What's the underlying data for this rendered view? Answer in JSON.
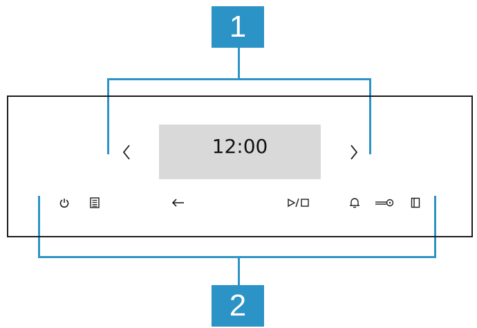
{
  "callouts": {
    "top": "1",
    "bottom": "2"
  },
  "display": {
    "time": "12:00"
  },
  "colors": {
    "callout": "#2b93c6",
    "panel_border": "#1a1a1a",
    "display_bg": "#d9d9d9",
    "icon": "#1a1a1a"
  },
  "controls": {
    "left_arrow": "chevron-left-icon",
    "right_arrow": "chevron-right-icon",
    "power": "power-icon",
    "menu": "menu-list-icon",
    "back": "arrow-left-icon",
    "start_stop": "play-stop-icon",
    "timer": "bell-icon",
    "child_lock": "key-icon",
    "door": "door-icon"
  }
}
